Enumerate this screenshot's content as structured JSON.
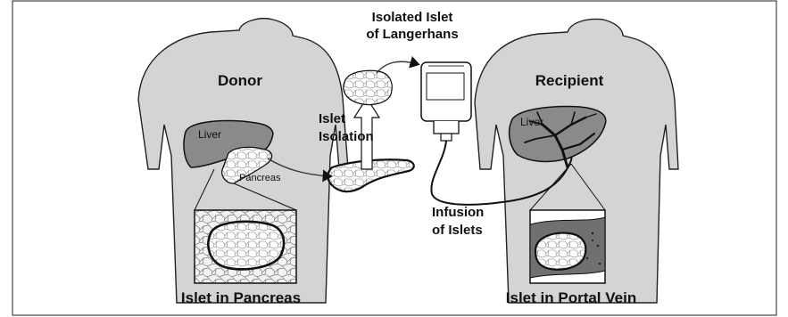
{
  "labels": {
    "donor": "Donor",
    "recipient": "Recipient",
    "liver_donor": "Liver",
    "pancreas": "Pancreas",
    "isolated_islet_line1": "Isolated Islet",
    "isolated_islet_line2": "of Langerhans",
    "islet_isolation_line1": "Islet",
    "islet_isolation_line2": "Isolation",
    "liver_recipient": "Liver",
    "infusion_line1": "Infusion",
    "infusion_line2": "of Islets",
    "islet_in_pancreas": "Islet in Pancreas",
    "islet_in_portal_vein": "Islet in Portal Vein"
  },
  "colors": {
    "body_fill": "#d4d4d4",
    "organ_fill": "#8a8a8a",
    "pancreas_fill": "#e4e4e4",
    "outline": "#111111",
    "vein_fill": "#707070"
  }
}
